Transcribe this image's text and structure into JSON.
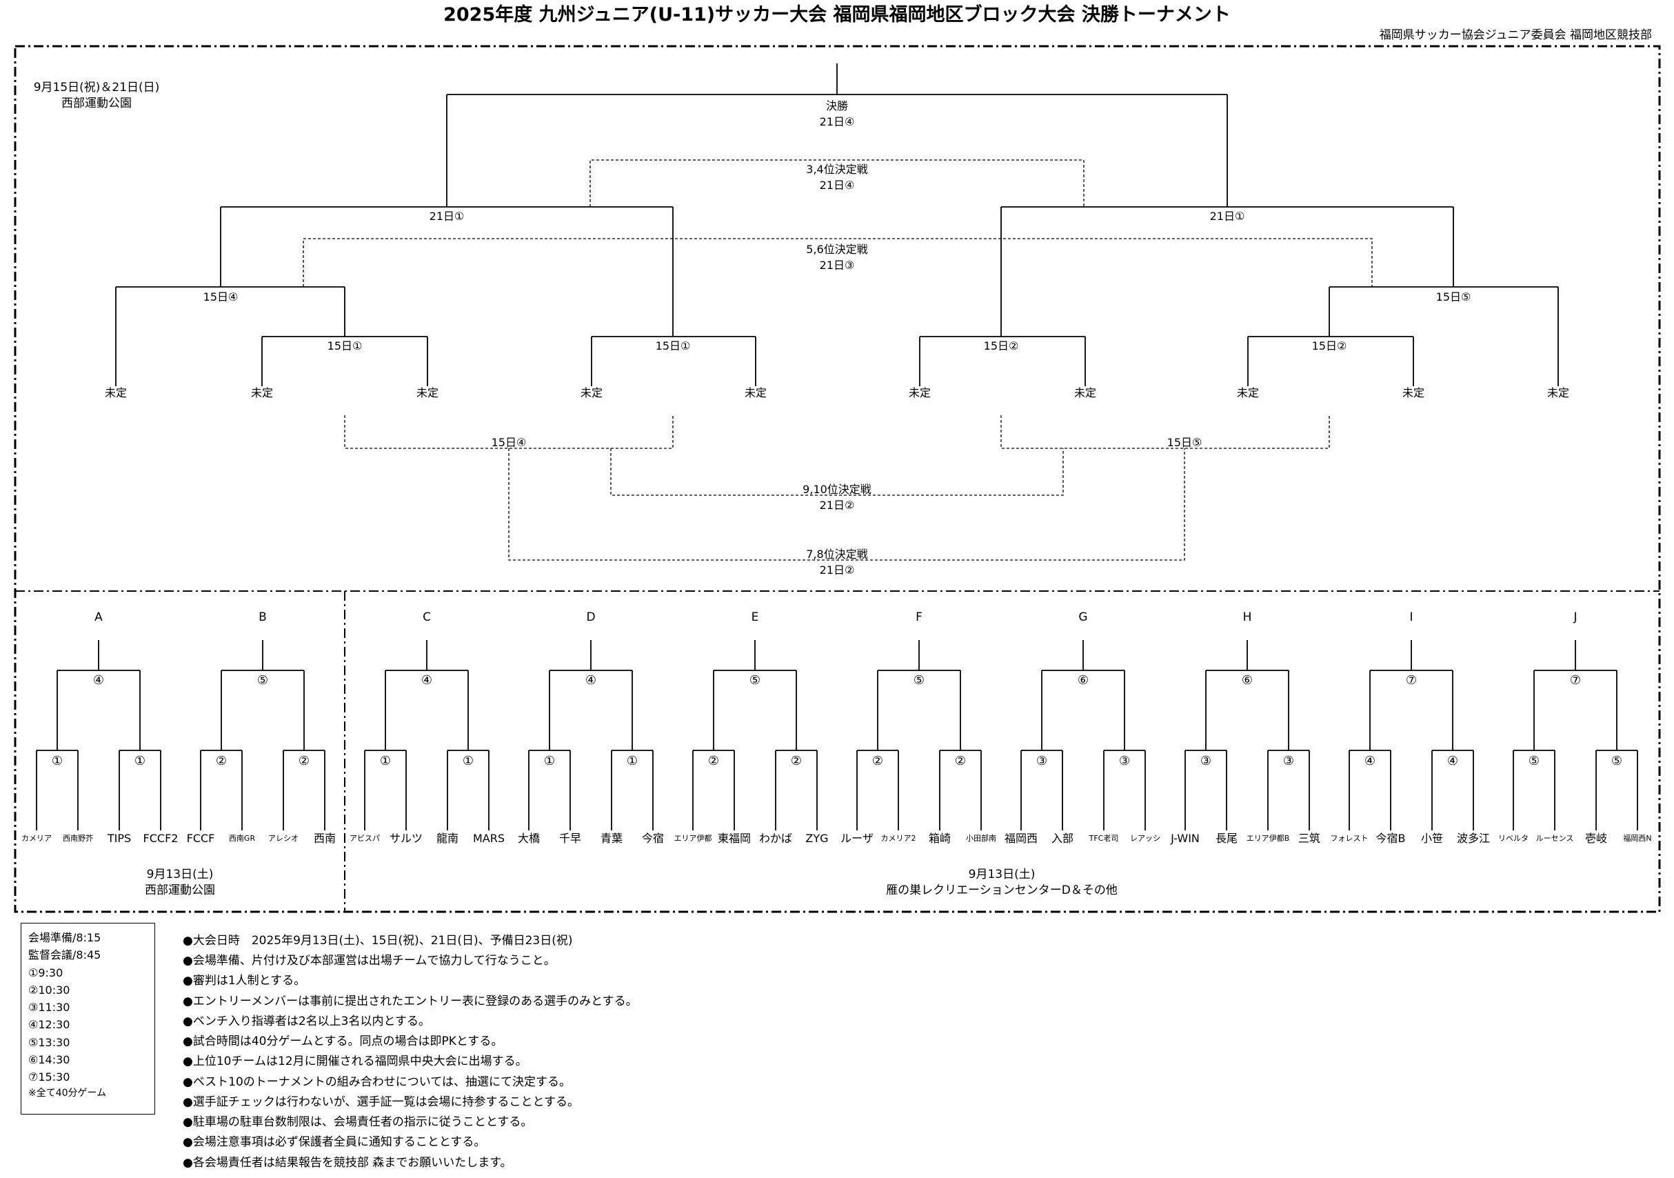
{
  "header": {
    "title": "2025年度 九州ジュニア(U-11)サッカー大会 福岡県福岡地区ブロック大会 決勝トーナメント",
    "organizer": "福岡県サッカー協会ジュニア委員会 福岡地区競技部"
  },
  "top_venue": {
    "dates": "9月15日(祝)＆21日(日)",
    "place": "西部運動公園"
  },
  "rounds": {
    "final": "決勝",
    "final_time": "21日④",
    "third": "3,4位決定戦",
    "third_time": "21日④",
    "semi_left": "21日①",
    "semi_right": "21日①",
    "fifth": "5,6位決定戦",
    "fifth_time": "21日③",
    "qf_left": "15日④",
    "qf_right": "15日⑤",
    "r1_a": "15日①",
    "r1_b": "15日①",
    "r1_c": "15日②",
    "r1_d": "15日②",
    "cons_left": "15日④",
    "cons_right": "15日⑤",
    "ninth": "9,10位決定戦",
    "ninth_time": "21日②",
    "seventh": "7,8位決定戦",
    "seventh_time": "21日②"
  },
  "undecided": [
    "未定",
    "未定",
    "未定",
    "未定",
    "未定",
    "未定",
    "未定",
    "未定",
    "未定",
    "未定"
  ],
  "groups": [
    {
      "name": "A",
      "final": "④",
      "semi": [
        "①",
        "①"
      ],
      "teams": [
        "カメリア",
        "西南野芥",
        "TIPS",
        "FCCF2"
      ]
    },
    {
      "name": "B",
      "final": "⑤",
      "semi": [
        "②",
        "②"
      ],
      "teams": [
        "FCCF",
        "西南GR",
        "アレシオ",
        "西南"
      ]
    },
    {
      "name": "C",
      "final": "④",
      "semi": [
        "①",
        "①"
      ],
      "teams": [
        "アビスパ",
        "サルツ",
        "龍南",
        "MARS"
      ]
    },
    {
      "name": "D",
      "final": "④",
      "semi": [
        "①",
        "①"
      ],
      "teams": [
        "大橋",
        "千早",
        "青葉",
        "今宿"
      ]
    },
    {
      "name": "E",
      "final": "⑤",
      "semi": [
        "②",
        "②"
      ],
      "teams": [
        "エリア伊都",
        "東福岡",
        "わかば",
        "ZYG"
      ]
    },
    {
      "name": "F",
      "final": "⑤",
      "semi": [
        "②",
        "②"
      ],
      "teams": [
        "ルーザ",
        "カメリア2",
        "箱崎",
        "小田部南"
      ]
    },
    {
      "name": "G",
      "final": "⑥",
      "semi": [
        "③",
        "③"
      ],
      "teams": [
        "福岡西",
        "入部",
        "TFC老司",
        "レアッシ"
      ]
    },
    {
      "name": "H",
      "final": "⑥",
      "semi": [
        "③",
        "③"
      ],
      "teams": [
        "J-WIN",
        "長尾",
        "エリア伊都B",
        "三筑"
      ]
    },
    {
      "name": "I",
      "final": "⑦",
      "semi": [
        "④",
        "④"
      ],
      "teams": [
        "フォレスト",
        "今宿B",
        "小笹",
        "波多江"
      ]
    },
    {
      "name": "J",
      "final": "⑦",
      "semi": [
        "⑤",
        "⑤"
      ],
      "teams": [
        "リベルタ",
        "ルーセンス",
        "壱岐",
        "福岡西N"
      ]
    }
  ],
  "bottom_venues": [
    {
      "date": "9月13日(土)",
      "place": "西部運動公園"
    },
    {
      "date": "9月13日(土)",
      "place": "雁の巣レクリエーションセンターD＆その他"
    }
  ],
  "schedule": {
    "items": [
      "会場準備/8:15",
      "監督会議/8:45",
      "①9:30",
      "②10:30",
      "③11:30",
      "④12:30",
      "⑤13:30",
      "⑥14:30",
      "⑦15:30"
    ],
    "note": "※全て40分ゲーム"
  },
  "notes": [
    "●大会日時　2025年9月13日(土)、15日(祝)、21日(日)、予備日23日(祝)",
    "●会場準備、片付け及び本部運営は出場チームで協力して行なうこと。",
    "●審判は1人制とする。",
    "●エントリーメンバーは事前に提出されたエントリー表に登録のある選手のみとする。",
    "●ベンチ入り指導者は2名以上3名以内とする。",
    "●試合時間は40分ゲームとする。同点の場合は即PKとする。",
    "●上位10チームは12月に開催される福岡県中央大会に出場する。",
    "●ベスト10のトーナメントの組み合わせについては、抽選にて決定する。",
    "●選手証チェックは行わないが、選手証一覧は会場に持参することとする。",
    "●駐車場の駐車台数制限は、会場責任者の指示に従うこととする。",
    "●会場注意事項は必ず保護者全員に通知することとする。",
    "●各会場責任者は結果報告を競技部 森までお願いいたします。"
  ]
}
